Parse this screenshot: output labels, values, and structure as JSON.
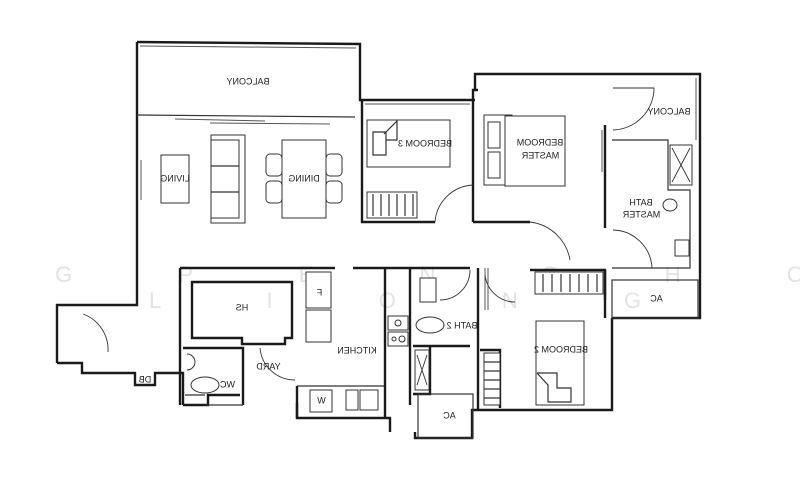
{
  "plan": {
    "orientation": "mirrored-horizontally",
    "watermark": {
      "line1": "L I O N G P E N G H O M E S",
      "line2": "L I O N G"
    },
    "rooms": [
      {
        "id": "balcony-main",
        "label": "BALCONY"
      },
      {
        "id": "living",
        "label": "LIVING"
      },
      {
        "id": "dining",
        "label": "DINING"
      },
      {
        "id": "bedroom-3",
        "label": "BEDROOM 3"
      },
      {
        "id": "master-bedroom",
        "label_line1": "MASTER",
        "label_line2": "BEDROOM"
      },
      {
        "id": "balcony-master",
        "label": "BALCONY"
      },
      {
        "id": "master-bath",
        "label_line1": "MASTER",
        "label_line2": "BATH"
      },
      {
        "id": "ac-right",
        "label": "AC"
      },
      {
        "id": "household-shelter",
        "label": "HS"
      },
      {
        "id": "fridge",
        "label": "F"
      },
      {
        "id": "kitchen",
        "label": "KITCHEN"
      },
      {
        "id": "bath-2",
        "label": "BATH 2"
      },
      {
        "id": "bedroom-2",
        "label": "BEDROOM 2"
      },
      {
        "id": "yard",
        "label": "YARD"
      },
      {
        "id": "wc",
        "label": "WC"
      },
      {
        "id": "db",
        "label": "DB"
      },
      {
        "id": "washer",
        "label": "W"
      },
      {
        "id": "ac-bottom",
        "label": "AC"
      }
    ]
  }
}
